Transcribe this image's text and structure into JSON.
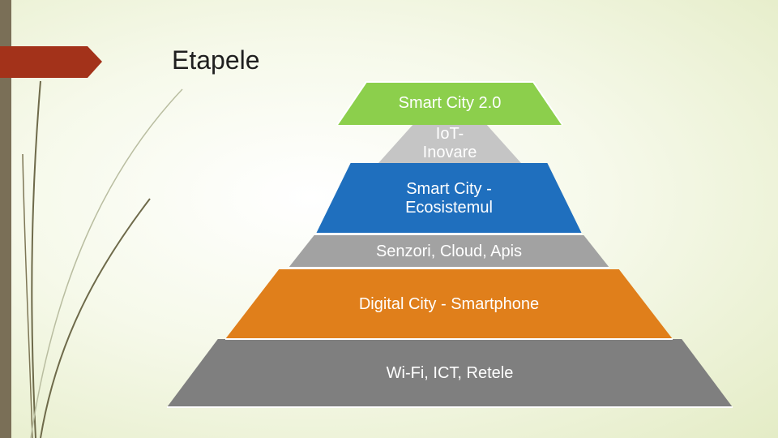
{
  "slide": {
    "title": "Etapele"
  },
  "pyramid": {
    "layers": [
      {
        "lines": [
          "Smart City 2.0"
        ],
        "color": "#8ccf4c"
      },
      {
        "lines": [
          "IoT-",
          "Inovare"
        ],
        "color": "#c5c5c5"
      },
      {
        "lines": [
          "Smart City -",
          "Ecosistemul"
        ],
        "color": "#1f6fbe"
      },
      {
        "lines": [
          "Senzori, Cloud, Apis"
        ],
        "color": "#a2a2a2"
      },
      {
        "lines": [
          "Digital City - Smartphone"
        ],
        "color": "#e07f1b"
      },
      {
        "lines": [
          "Wi-Fi, ICT, Retele"
        ],
        "color": "#7f7f7f"
      }
    ]
  },
  "theme": {
    "accent_arrow": "#a3321a",
    "side_bar": "#7a6f57"
  }
}
